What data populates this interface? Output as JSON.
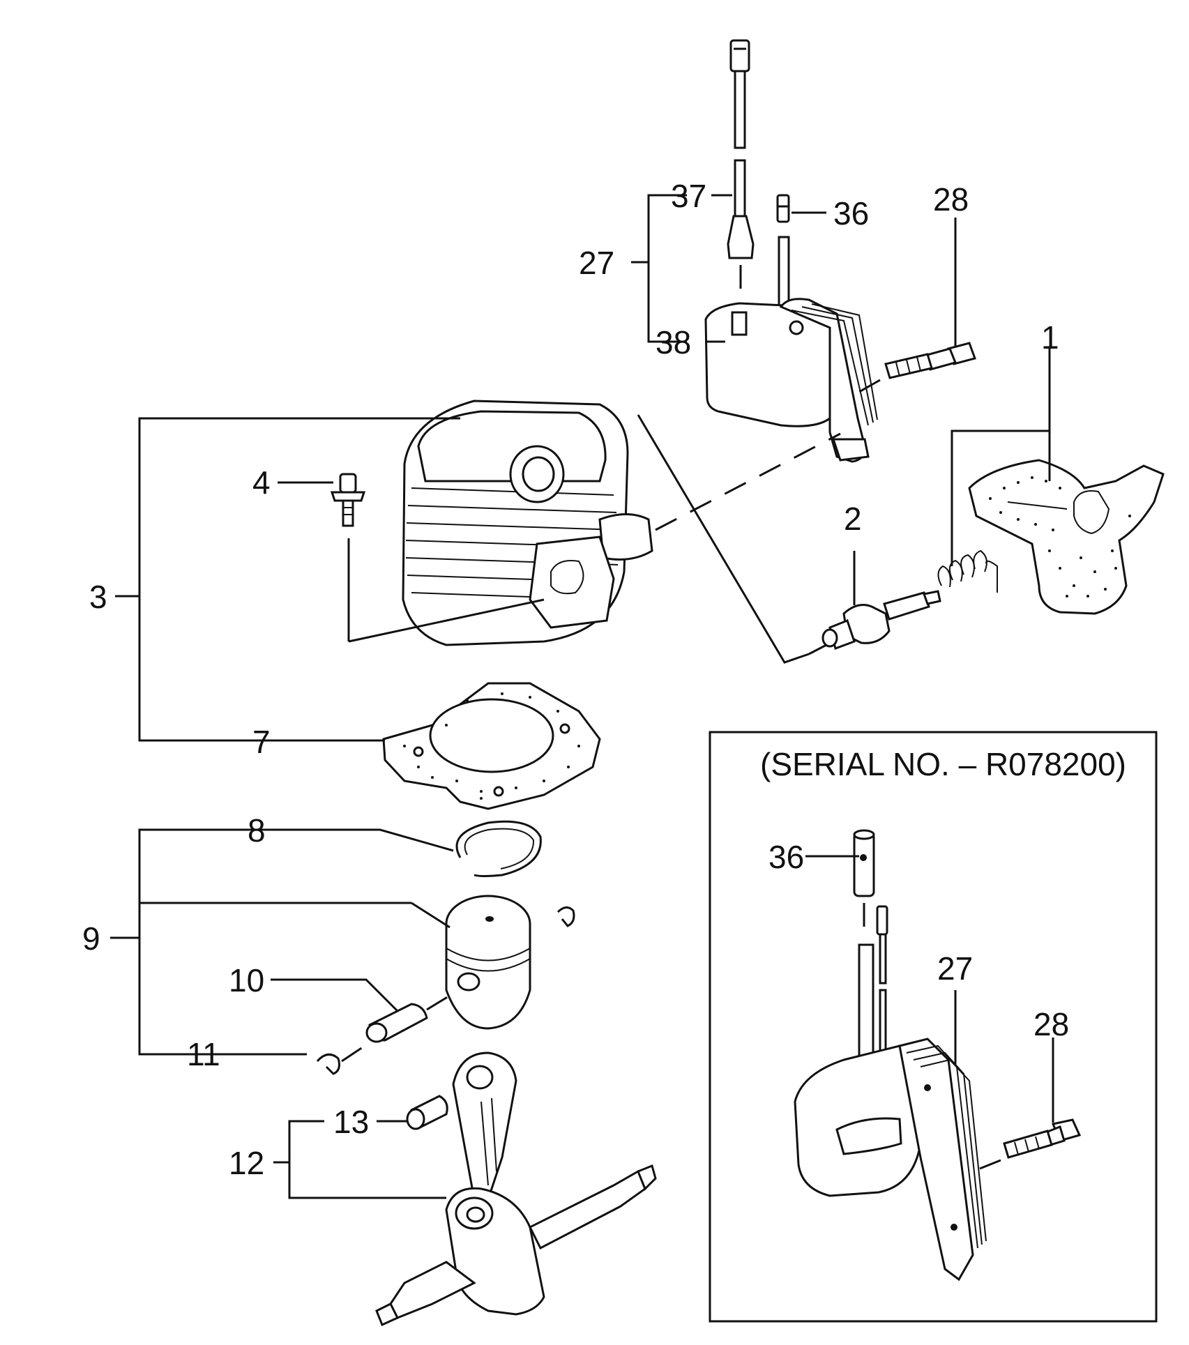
{
  "diagram": {
    "inset_caption": "(SERIAL NO. – R078200)",
    "callouts": {
      "p1": "1",
      "p2": "2",
      "p3": "3",
      "p4": "4",
      "p7": "7",
      "p8": "8",
      "p9": "9",
      "p10": "10",
      "p11": "11",
      "p12": "12",
      "p13": "13",
      "p27": "27",
      "p28": "28",
      "p36": "36",
      "p37": "37",
      "p38": "38",
      "inset_p27": "27",
      "inset_p28": "28",
      "inset_p36": "36"
    }
  }
}
